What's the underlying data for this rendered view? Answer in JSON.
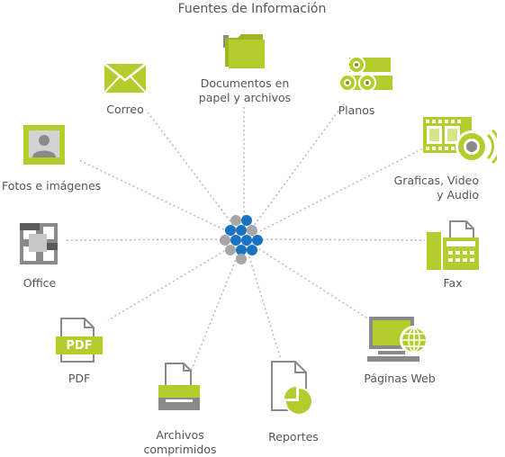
{
  "title": "Fuentes de Información",
  "colors": {
    "accent": "#b5cc2e",
    "accent_dark": "#7f9418",
    "gray": "#8a8a8a",
    "gray_light": "#c8c8c8",
    "hub_blue": "#1a73c2",
    "hub_gray": "#a7a7a7",
    "line": "#bdbdbd"
  },
  "nodes": {
    "documentos": {
      "line1": "Documentos en",
      "line2": "papel y archivos",
      "icon": "folder-icon"
    },
    "planos": {
      "line1": "Planos",
      "icon": "blueprint-rolls-icon"
    },
    "graficas": {
      "line1": "Graficas, Video",
      "line2": "y Audio",
      "icon": "film-speaker-icon"
    },
    "fax": {
      "line1": "Fax",
      "icon": "fax-icon"
    },
    "paginas_web": {
      "line1": "Páginas Web",
      "icon": "globe-monitor-icon"
    },
    "reportes": {
      "line1": "Reportes",
      "icon": "report-piechart-icon"
    },
    "archivos": {
      "line1": "Archivos",
      "line2": "comprimidos",
      "icon": "printer-icon"
    },
    "pdf": {
      "line1": "PDF",
      "badge": "PDF",
      "icon": "pdf-file-icon"
    },
    "office": {
      "line1": "Office",
      "icon": "office-logo-icon"
    },
    "fotos": {
      "line1": "Fotos e imágenes",
      "icon": "photo-person-icon"
    },
    "correo": {
      "line1": "Correo",
      "icon": "envelope-icon"
    }
  },
  "hub": {
    "icon": "hub-dots-icon"
  }
}
